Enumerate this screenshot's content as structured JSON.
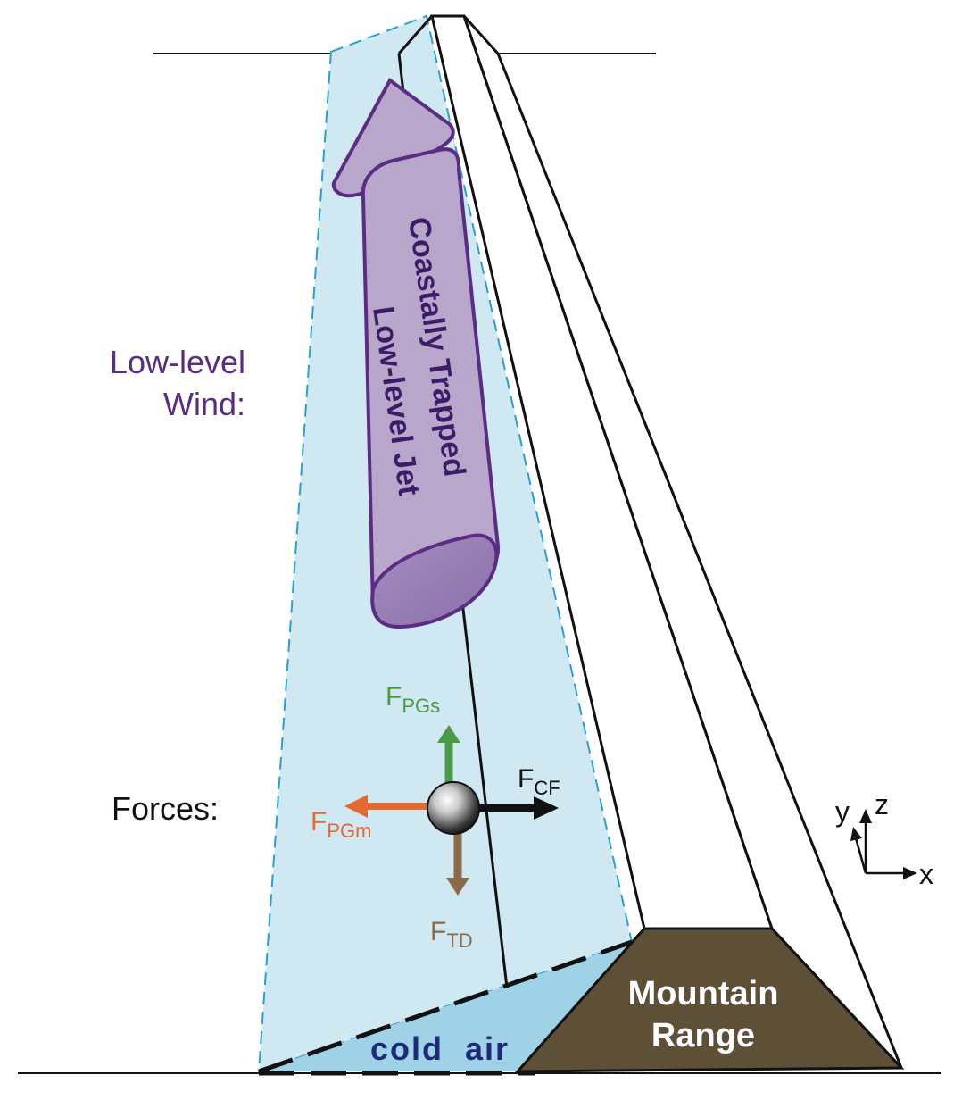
{
  "labels": {
    "low_level_wind_line1": "Low-level",
    "low_level_wind_line2": "Wind:",
    "forces": "Forces:",
    "jet_line1": "Coastally Trapped",
    "jet_line2": "Low-level Jet",
    "mountain_line1": "Mountain",
    "mountain_line2": "Range",
    "cold_air": "cold  air"
  },
  "forces": {
    "pgs": {
      "main": "F",
      "sub": "PGs",
      "color": "#4a9a46"
    },
    "cf": {
      "main": "F",
      "sub": "CF",
      "color": "#111111"
    },
    "pgm": {
      "main": "F",
      "sub": "PGm",
      "color": "#e06a32"
    },
    "td": {
      "main": "F",
      "sub": "TD",
      "color": "#8a6a48"
    }
  },
  "axes": {
    "x": "x",
    "y": "y",
    "z": "z"
  },
  "colors": {
    "layer_fill": "#cfe8f2",
    "layer_edge": "#2a9fd0",
    "cold_air_fill": "#9fd2e6",
    "mountain_fill": "#5e4f37",
    "jet_fill": "#b9a7cb",
    "jet_fill_dark": "#9a80b5",
    "jet_edge": "#5b2c83",
    "wind_label": "#5b2c83"
  },
  "icons": [
    "sphere-parcel-icon",
    "axis-triad-icon"
  ]
}
